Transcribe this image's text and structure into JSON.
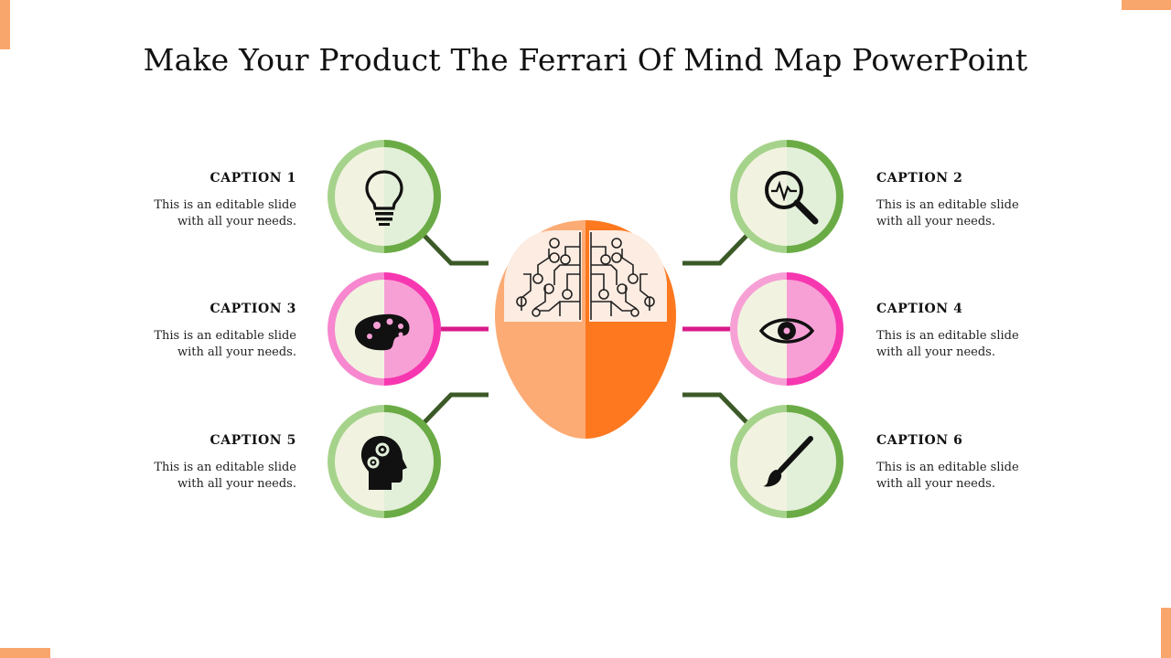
{
  "slide": {
    "title": "Make Your Product The Ferrari Of Mind Map PowerPoint"
  },
  "colors": {
    "accent": "#f9a66c",
    "orange_light": "#fcab74",
    "orange_dark": "#fd781f",
    "green_light": "#a6d38b",
    "green_dark": "#6aab45",
    "pink_light": "#f7a0d6",
    "pink_dark": "#f637b0",
    "connector_green": "#3c5a28",
    "connector_pink": "#d81b8a"
  },
  "captions": [
    {
      "title": "CAPTION 1",
      "line1": "This is an editable slide",
      "line2": "with all your needs.",
      "icon": "lightbulb-icon"
    },
    {
      "title": "CAPTION 2",
      "line1": "This is an editable slide",
      "line2": "with all your needs.",
      "icon": "magnifier-pulse-icon"
    },
    {
      "title": "CAPTION 3",
      "line1": "This is an editable slide",
      "line2": "with all your needs.",
      "icon": "palette-icon"
    },
    {
      "title": "CAPTION 4",
      "line1": "This is an editable slide",
      "line2": "with all your needs.",
      "icon": "eye-icon"
    },
    {
      "title": "CAPTION 5",
      "line1": "This is an editable slide",
      "line2": "with all your needs.",
      "icon": "head-gears-icon"
    },
    {
      "title": "CAPTION 6",
      "line1": "This is an editable slide",
      "line2": "with all your needs.",
      "icon": "paintbrush-icon"
    }
  ],
  "central_icon": "brain-circuit-icon"
}
